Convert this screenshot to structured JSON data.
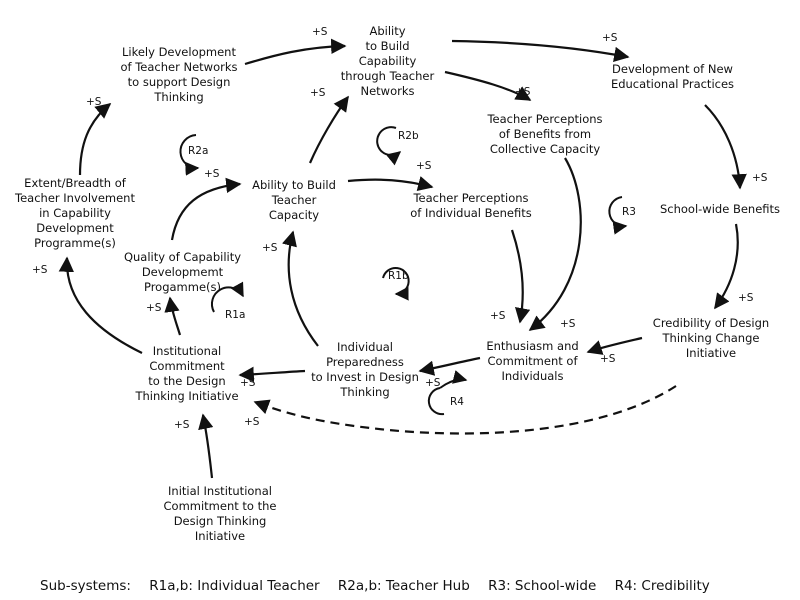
{
  "nodes": {
    "networks": "Likely Development\nof Teacher Networks\nto  support Design\nThinking",
    "capability_networks": "Ability\nto Build\nCapability\nthrough Teacher\nNetworks",
    "new_practices": "Development of New\nEducational Practices",
    "collective_benefits": "Teacher Perceptions\nof Benefits from\nCollective Capacity",
    "extent": "Extent/Breadth of\nTeacher Involvement\nin Capability\nDevelopment\nProgramme(s)",
    "teacher_capacity": "Ability to Build\nTeacher\nCapacity",
    "individual_benefits": "Teacher Perceptions\nof Individual Benefits",
    "school_benefits": "School-wide Benefits",
    "quality": "Quality of Capability\nDevelopmemt\nProgamme(s)",
    "credibility": "Credibility of Design\nThinking Change\nInitiative",
    "commitment": "Institutional\nCommitment\nto the Design\nThinking Initiative",
    "preparedness": "Individual\nPreparedness\nto Invest in Design\nThinking",
    "enthusiasm": "Enthusiasm and\nCommitment of\nIndividuals",
    "initial": "Initial Institutional\nCommitment to the\nDesign Thinking\nInitiative"
  },
  "polarity": "+S",
  "loops": {
    "r1a": "R1a",
    "r1b": "R1b",
    "r2a": "R2a",
    "r2b": "R2b",
    "r3": "R3",
    "r4": "R4"
  },
  "footer": {
    "prefix": "Sub-systems:",
    "r1": "R1a,b: Individual Teacher",
    "r2": "R2a,b: Teacher Hub",
    "r3": "R3: School-wide",
    "r4": "R4: Credibility"
  },
  "colors": {
    "ink": "#111111",
    "background": "#ffffff"
  }
}
